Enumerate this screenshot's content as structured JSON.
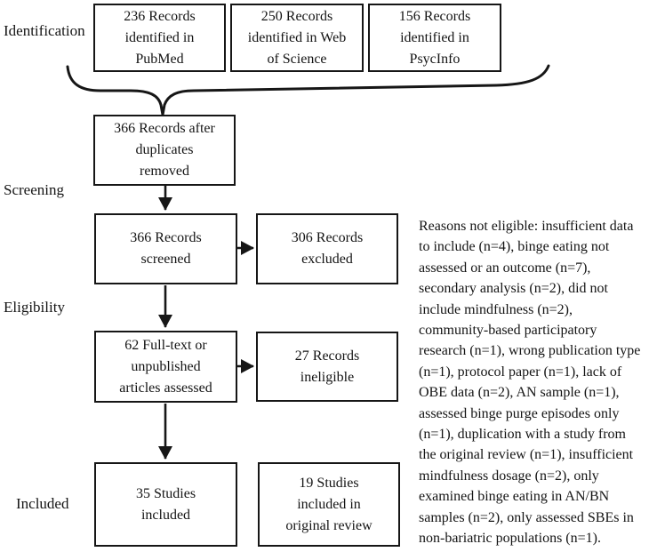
{
  "figure": {
    "ink_color": "#161616",
    "background_color": "#ffffff"
  },
  "stage_labels": {
    "identification": "Identification",
    "screening": "Screening",
    "eligibility": "Eligibility",
    "included": "Included"
  },
  "boxes": {
    "pubmed": {
      "lines": [
        "236 Records",
        "identified in",
        "PubMed"
      ]
    },
    "web_of_science": {
      "lines": [
        "250 Records",
        "identified in Web",
        "of Science"
      ]
    },
    "psycinfo": {
      "lines": [
        "156 Records",
        "identified in",
        "PsycInfo"
      ]
    },
    "after_duplicates": {
      "lines": [
        "366 Records after",
        "duplicates",
        "removed"
      ]
    },
    "screened": {
      "lines": [
        "366 Records",
        "screened"
      ]
    },
    "excluded": {
      "lines": [
        "306 Records",
        "excluded"
      ]
    },
    "full_text_assessed": {
      "lines": [
        "62 Full-text or",
        "unpublished",
        "articles assessed"
      ]
    },
    "ineligible": {
      "lines": [
        "27 Records",
        "ineligible"
      ]
    },
    "studies_included": {
      "lines": [
        "35 Studies",
        "included"
      ]
    },
    "original_review": {
      "lines": [
        "19 Studies",
        "included in",
        "original review"
      ]
    }
  },
  "side_note": {
    "lines": [
      "Reasons not eligible: insufficient data",
      "to include (n=4), binge eating not",
      "assessed or an outcome (n=7),",
      "secondary analysis (n=2), did not",
      "include mindfulness (n=2),",
      "community-based participatory",
      "research (n=1), wrong publication type",
      "(n=1), protocol paper (n=1), lack of",
      "OBE data (n=2), AN sample (n=1),",
      "assessed binge purge episodes only",
      "(n=1), duplication with a study from",
      "the original review (n=1), insufficient",
      "mindfulness dosage (n=2), only",
      "examined binge eating in AN/BN",
      "samples (n=2), only assessed SBEs in",
      "non-bariatric populations (n=1)."
    ]
  }
}
